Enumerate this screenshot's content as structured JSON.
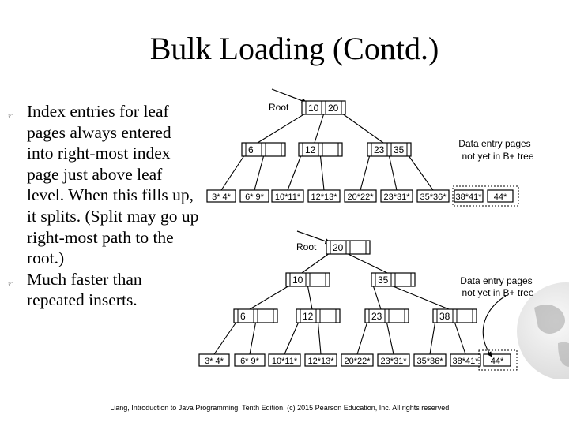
{
  "slide": {
    "title": "Bulk Loading (Contd.)",
    "bullets": [
      "Index entries for leaf pages always entered into right-most index page just above leaf level.  When this fills up, it splits.  (Split may go up right-most path to the root.)",
      "Much faster than repeated inserts."
    ],
    "footer": "Liang, Introduction to Java Programming, Tenth Edition, (c) 2015 Pearson Education, Inc. All rights reserved."
  },
  "diagram_top": {
    "root_label": "Root",
    "root_keys": [
      "10",
      "20"
    ],
    "index_nodes": [
      [
        "6"
      ],
      [
        "12"
      ],
      [
        "23",
        "35"
      ]
    ],
    "leaf_label_left": "3* 4*",
    "leaves": [
      "6* 9*",
      "10*11*",
      "12*13*",
      "20*22*",
      "23*31*",
      "35*36*",
      "38*41*",
      "44*"
    ],
    "note": [
      "Data entry pages",
      "not yet in B+ tree"
    ]
  },
  "diagram_bottom": {
    "root_label": "Root",
    "root_keys": [
      "20"
    ],
    "level2_nodes": [
      [
        "10"
      ],
      [
        "35"
      ]
    ],
    "level3_nodes": [
      [
        "6"
      ],
      [
        "12"
      ],
      [
        "23"
      ],
      [
        "38"
      ]
    ],
    "leaves": [
      "3* 4*",
      "6* 9*",
      "10*11*",
      "12*13*",
      "20*22*",
      "23*31*",
      "35*36*",
      "38*41*",
      "44*"
    ],
    "note": [
      "Data entry pages",
      "not yet in B+ tree"
    ]
  }
}
